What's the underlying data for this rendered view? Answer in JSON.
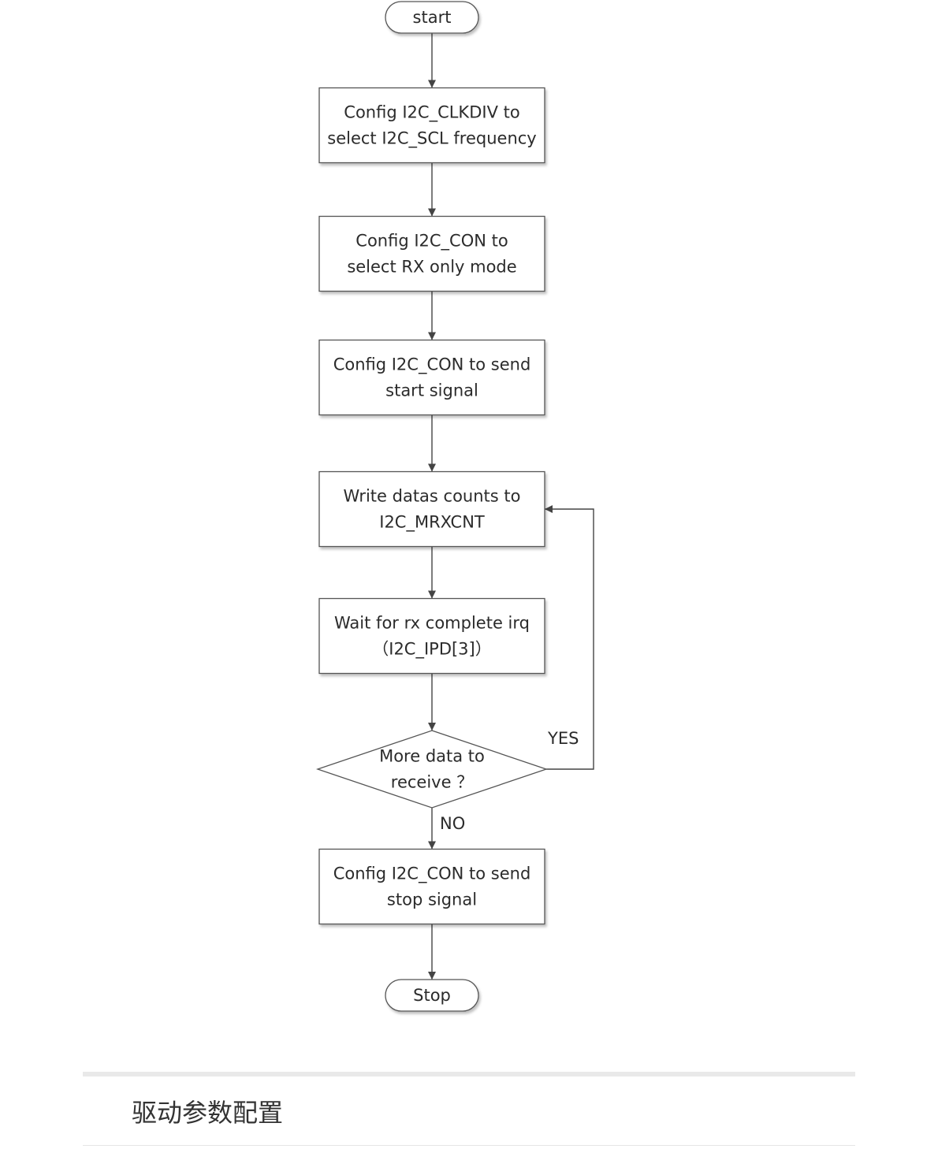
{
  "flowchart": {
    "nodes": [
      {
        "id": "start",
        "shape": "terminal",
        "lines": [
          "start"
        ]
      },
      {
        "id": "config-clkdiv",
        "shape": "process",
        "lines": [
          "Config I2C_CLKDIV to",
          "select I2C_SCL frequency"
        ]
      },
      {
        "id": "config-rx-mode",
        "shape": "process",
        "lines": [
          "Config I2C_CON to",
          "select RX only mode"
        ]
      },
      {
        "id": "send-start",
        "shape": "process",
        "lines": [
          "Config I2C_CON to send",
          "start signal"
        ]
      },
      {
        "id": "write-count",
        "shape": "process",
        "lines": [
          "Write datas counts to",
          "I2C_MRXCNT"
        ]
      },
      {
        "id": "wait-irq",
        "shape": "process",
        "lines": [
          "Wait for rx complete irq",
          "（I2C_IPD[3]）"
        ]
      },
      {
        "id": "more-data",
        "shape": "decision",
        "lines": [
          "More data to",
          "receive ？"
        ]
      },
      {
        "id": "send-stop",
        "shape": "process",
        "lines": [
          "Config I2C_CON to send",
          "stop signal"
        ]
      },
      {
        "id": "stop",
        "shape": "terminal",
        "lines": [
          "Stop"
        ]
      }
    ],
    "edges": [
      {
        "from": "start",
        "to": "config-clkdiv",
        "label": ""
      },
      {
        "from": "config-clkdiv",
        "to": "config-rx-mode",
        "label": ""
      },
      {
        "from": "config-rx-mode",
        "to": "send-start",
        "label": ""
      },
      {
        "from": "send-start",
        "to": "write-count",
        "label": ""
      },
      {
        "from": "write-count",
        "to": "wait-irq",
        "label": ""
      },
      {
        "from": "wait-irq",
        "to": "more-data",
        "label": ""
      },
      {
        "from": "more-data",
        "to": "write-count",
        "label": "YES"
      },
      {
        "from": "more-data",
        "to": "send-stop",
        "label": "NO"
      },
      {
        "from": "send-stop",
        "to": "stop",
        "label": ""
      }
    ]
  },
  "section": {
    "title": "驱动参数配置"
  }
}
